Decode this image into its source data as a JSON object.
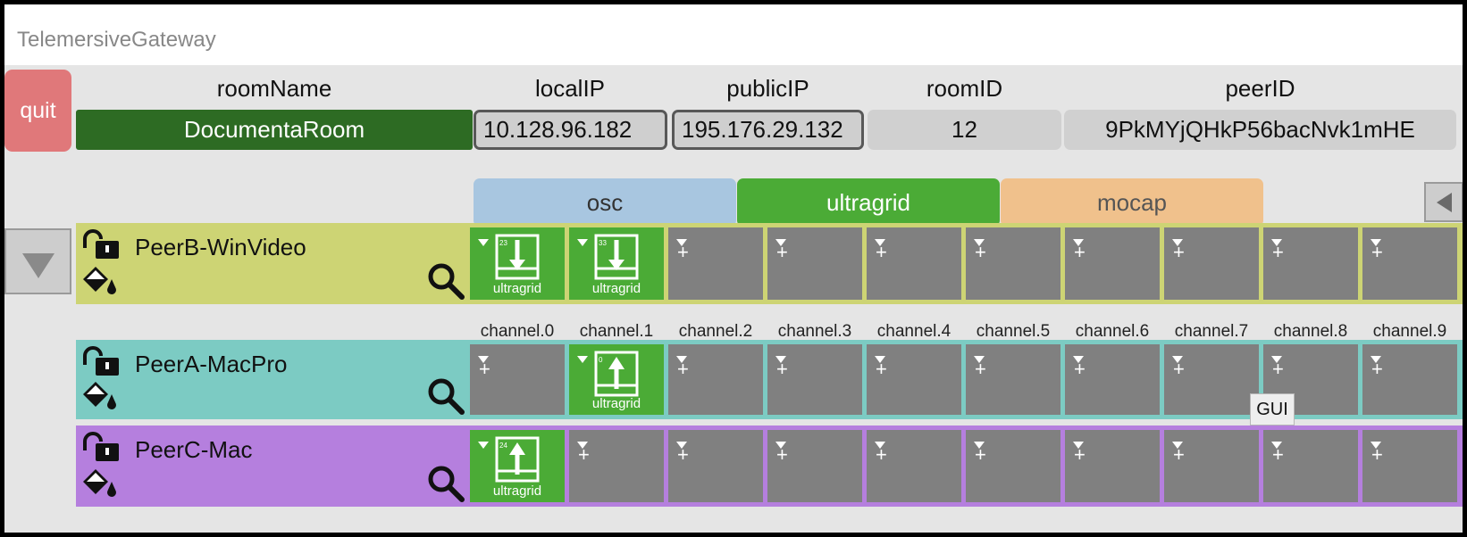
{
  "window": {
    "title": "TelemersiveGateway"
  },
  "quit_label": "quit",
  "fields": {
    "roomName": {
      "label": "roomName",
      "value": "DocumentaRoom"
    },
    "localIP": {
      "label": "localIP",
      "value": "10.128.96.182"
    },
    "publicIP": {
      "label": "publicIP",
      "value": "195.176.29.132"
    },
    "roomID": {
      "label": "roomID",
      "value": "12"
    },
    "peerID": {
      "label": "peerID",
      "value": "9PkMYjQHkP56bacNvk1mHE"
    }
  },
  "tabs": [
    {
      "label": "osc",
      "bg": "#a8c6e0",
      "fg": "#333333"
    },
    {
      "label": "ultragrid",
      "bg": "#4bab36",
      "fg": "#ffffff"
    },
    {
      "label": "mocap",
      "bg": "#f0c18c",
      "fg": "#555555"
    }
  ],
  "channels": [
    "channel.0",
    "channel.1",
    "channel.2",
    "channel.3",
    "channel.4",
    "channel.5",
    "channel.6",
    "channel.7",
    "channel.8",
    "channel.9"
  ],
  "peers": [
    {
      "name": "PeerB-WinVideo",
      "color": "#cdd474",
      "cells": [
        {
          "active": true,
          "dir": "down",
          "num": "23",
          "label": "ultragrid"
        },
        {
          "active": true,
          "dir": "down",
          "num": "33",
          "label": "ultragrid"
        },
        {
          "active": false
        },
        {
          "active": false
        },
        {
          "active": false
        },
        {
          "active": false
        },
        {
          "active": false
        },
        {
          "active": false
        },
        {
          "active": false
        },
        {
          "active": false
        }
      ]
    },
    {
      "name": "PeerA-MacPro",
      "color": "#7ccbc3",
      "cells": [
        {
          "active": false
        },
        {
          "active": true,
          "dir": "up",
          "num": "0",
          "label": "ultragrid"
        },
        {
          "active": false
        },
        {
          "active": false
        },
        {
          "active": false
        },
        {
          "active": false
        },
        {
          "active": false
        },
        {
          "active": false
        },
        {
          "active": false
        },
        {
          "active": false
        }
      ]
    },
    {
      "name": "PeerC-Mac",
      "color": "#b57fde",
      "cells": [
        {
          "active": true,
          "dir": "up",
          "num": "24",
          "label": "ultragrid"
        },
        {
          "active": false
        },
        {
          "active": false
        },
        {
          "active": false
        },
        {
          "active": false
        },
        {
          "active": false
        },
        {
          "active": false
        },
        {
          "active": false
        },
        {
          "active": false
        },
        {
          "active": false
        }
      ]
    }
  ],
  "tooltip": "GUI"
}
